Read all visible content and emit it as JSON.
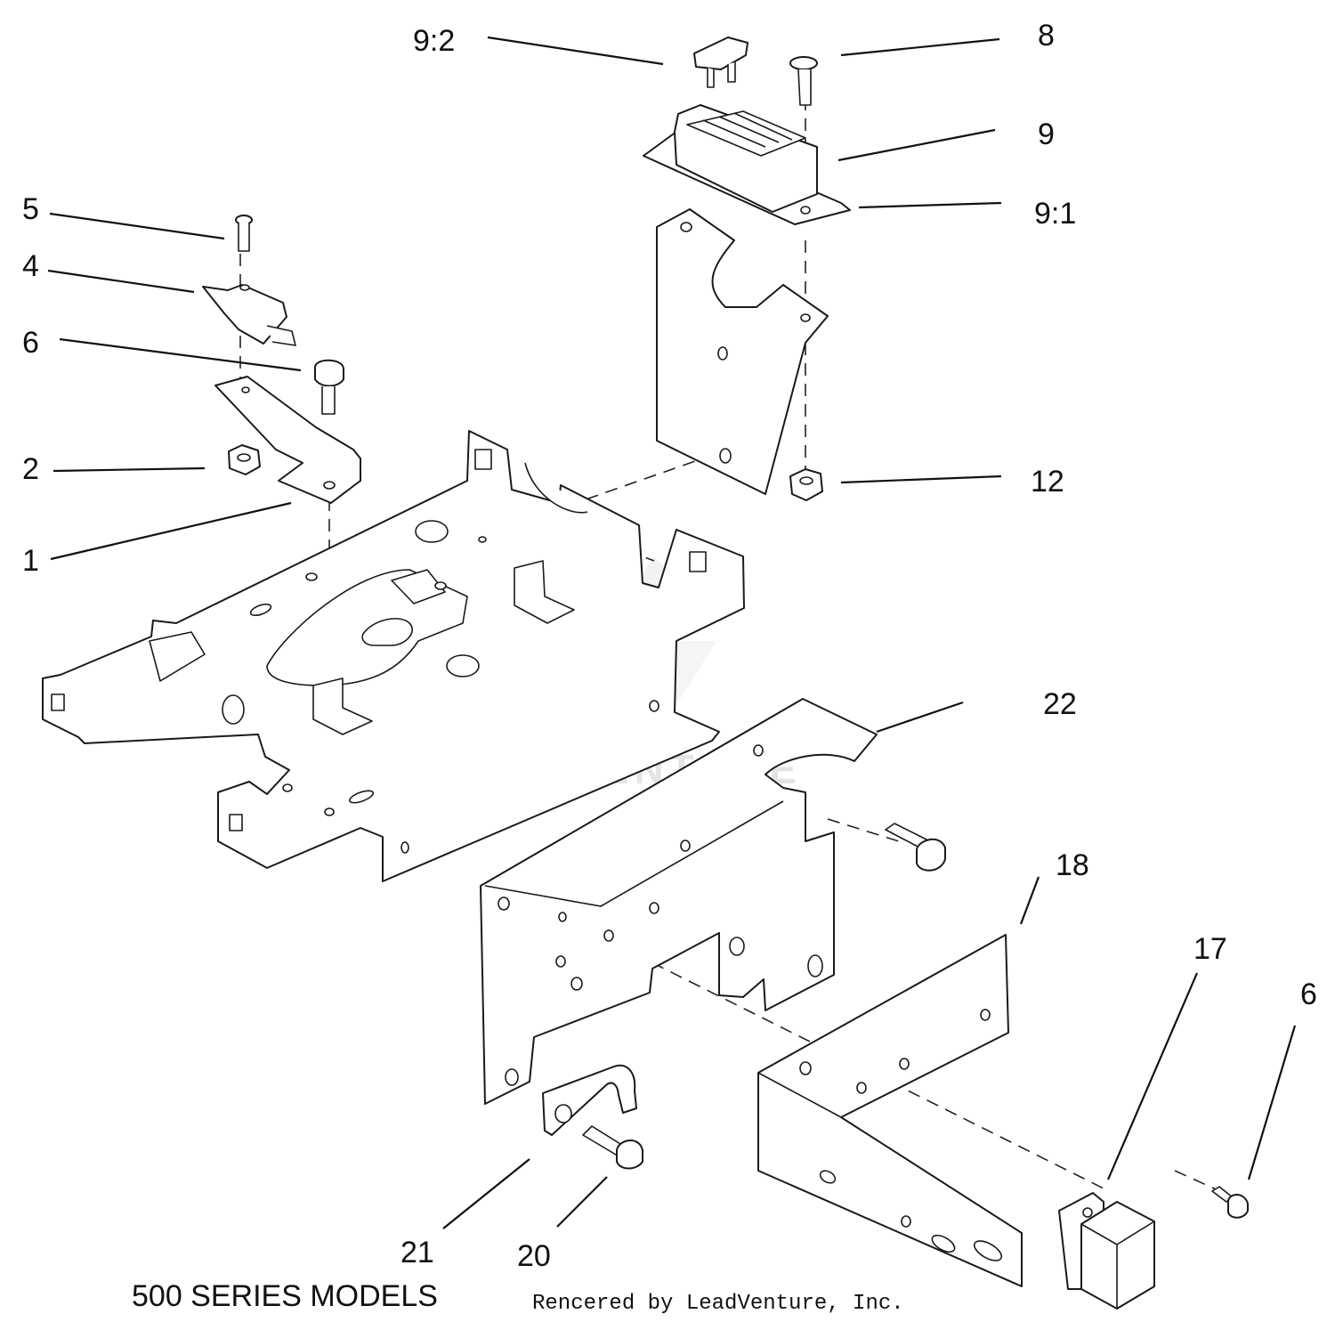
{
  "diagram": {
    "title": "500 SERIES MODELS",
    "credit": "Rencered by LeadVenture, Inc.",
    "watermark": "LEADVENTURE",
    "labels": {
      "p9_2": "9:2",
      "p8": "8",
      "p9": "9",
      "p9_1": "9:1",
      "p5": "5",
      "p4": "4",
      "p6_top": "6",
      "p2": "2",
      "p1": "1",
      "p12": "12",
      "p22": "22",
      "p18": "18",
      "p17": "17",
      "p6_bottom": "6",
      "p21": "21",
      "p20": "20"
    }
  }
}
